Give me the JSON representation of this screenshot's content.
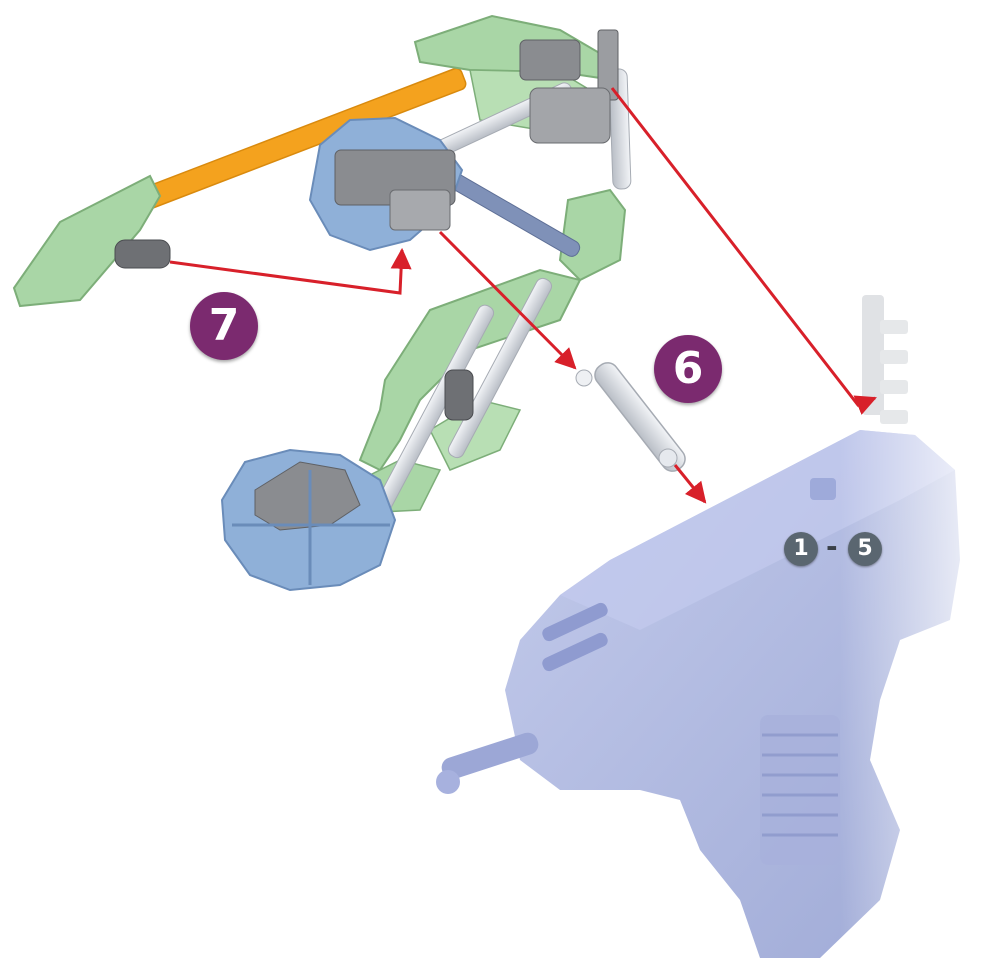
{
  "steps": {
    "step7": "7",
    "step6": "6"
  },
  "range": {
    "start": "1",
    "separator": "-",
    "end": "5"
  },
  "colors": {
    "badge_purple": "#7b2a6f",
    "badge_gray": "#5a6670",
    "arrow_red": "#d8202a",
    "green_part": "#a9d6a6",
    "blue_part": "#8fb0d8",
    "gray_part": "#8a8c90",
    "white_rod": "#dfe3e8",
    "orange_rod": "#f4a21e",
    "motor_body": "#aab4de"
  }
}
